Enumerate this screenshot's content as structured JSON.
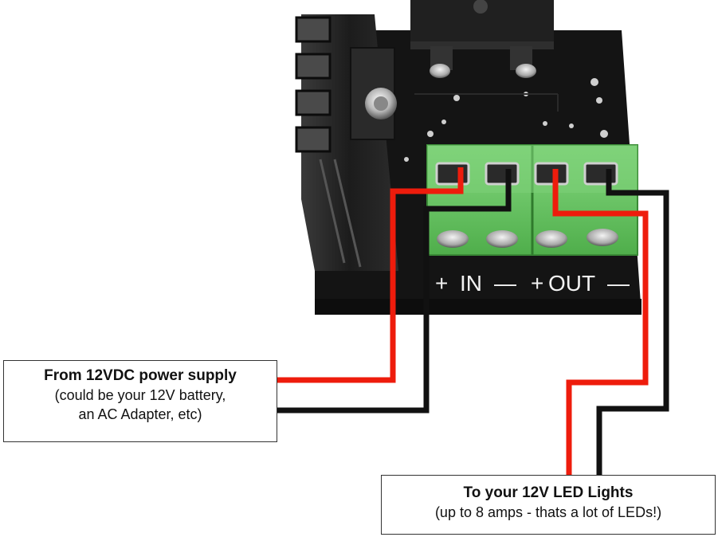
{
  "board_silkscreen": {
    "in_plus": "+",
    "in_label": "IN",
    "in_minus": "—",
    "out_plus": "+",
    "out_label": "OUT",
    "out_minus": "—"
  },
  "callouts": {
    "input": {
      "title": "From 12VDC power supply",
      "line1": "(could be your 12V battery,",
      "line2": "an AC Adapter, etc)"
    },
    "output": {
      "title": "To your 12V LED Lights",
      "line1": "(up to 8 amps - thats a lot of LEDs!)"
    }
  },
  "colors": {
    "positive_wire": "#ee1c0c",
    "negative_wire": "#111111",
    "terminal_green": "#6fc86a",
    "pcb_black": "#141414"
  }
}
